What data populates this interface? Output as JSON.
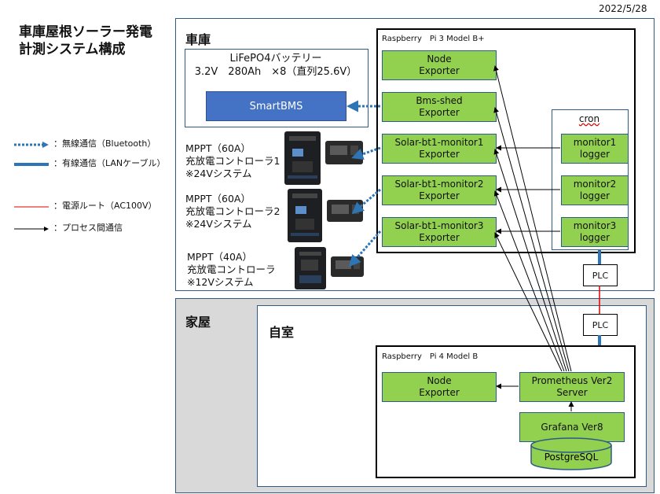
{
  "date": "2022/5/28",
  "title": {
    "line1": "車庫屋根ソーラー発電",
    "line2": "計測システム構成"
  },
  "legend": {
    "wireless": "：無線通信（Bluetooth）",
    "wired": "：有線通信（LANケーブル）",
    "power": "：電源ルート（AC100V）",
    "ipc": "：プロセス間通信"
  },
  "garage": {
    "label": "車庫",
    "battery": {
      "line1": "LiFePO4バッテリー",
      "line2": "3.2V　280Ah　×8（直列25.6V）",
      "bms": "SmartBMS"
    },
    "mppt1": {
      "line1": "MPPT（60A）",
      "line2": "充放電コントローラ1",
      "line3": "※24Vシステム"
    },
    "mppt2": {
      "line1": "MPPT（60A）",
      "line2": "充放電コントローラ2",
      "line3": "※24Vシステム"
    },
    "mppt3": {
      "line1": "MPPT（40A）",
      "line2": "充放電コントローラ",
      "line3": "※12Vシステム"
    },
    "pi3": {
      "label": "Raspberry　Pi 3 Model B+",
      "node_exporter": {
        "line1": "Node",
        "line2": "Exporter"
      },
      "bms_shed": {
        "line1": "Bms-shed",
        "line2": "Exporter"
      },
      "solar1": {
        "line1": "Solar-bt1-monitor1",
        "line2": "Exporter"
      },
      "solar2": {
        "line1": "Solar-bt1-monitor2",
        "line2": "Exporter"
      },
      "solar3": {
        "line1": "Solar-bt1-monitor3",
        "line2": "Exporter"
      },
      "cron": {
        "label": "cron",
        "logger1": {
          "line1": "monitor1",
          "line2": "logger"
        },
        "logger2": {
          "line1": "monitor2",
          "line2": "logger"
        },
        "logger3": {
          "line1": "monitor3",
          "line2": "logger"
        }
      }
    }
  },
  "plc": {
    "top": "PLC",
    "bottom": "PLC"
  },
  "house": {
    "label": "家屋",
    "room_label": "自室",
    "pi4": {
      "label": "Raspberry　Pi 4 Model B",
      "node_exporter": {
        "line1": "Node",
        "line2": "Exporter"
      },
      "prometheus": {
        "line1": "Prometheus Ver2",
        "line2": "Server"
      },
      "grafana": "Grafana Ver8",
      "postgres": "PostgreSQL"
    }
  },
  "colors": {
    "green_box": "#92d050",
    "bms_blue": "#4472c4",
    "border_blue": "#2e5a87",
    "wireless_blue": "#2e75b6",
    "power_red": "#e00000",
    "house_gray": "#d9d9d9"
  }
}
